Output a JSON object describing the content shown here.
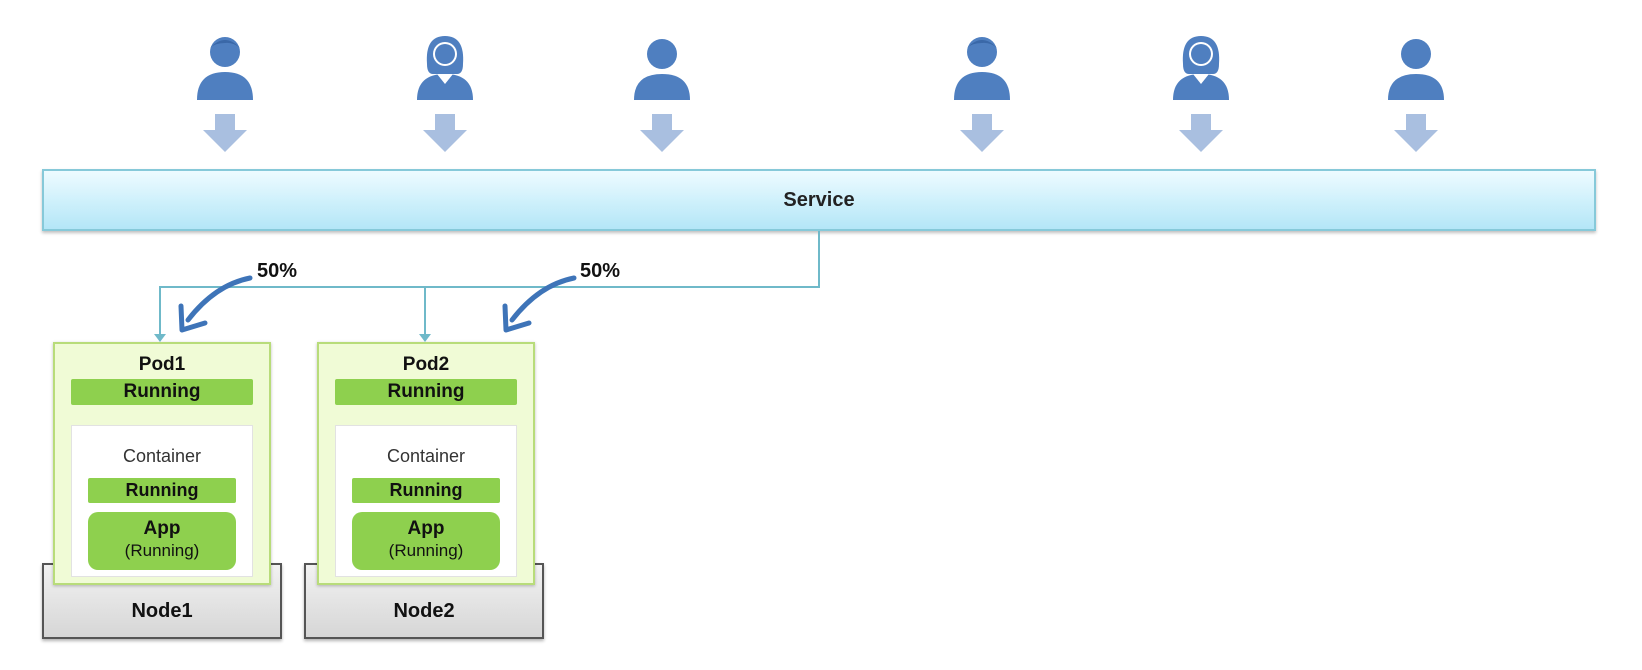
{
  "colors": {
    "user_icon": "#4f7fc0",
    "down_arrow": "#a9bfe0",
    "service_fill": "#cdf0fb",
    "connector": "#6fb9c9",
    "curved_arrow": "#3e74b8",
    "pod_fill": "#f0fbd6",
    "status_green": "#8ed04e",
    "node_fill": "#d6d6d6"
  },
  "users": [
    {
      "icon": "user-male-icon"
    },
    {
      "icon": "user-female-icon"
    },
    {
      "icon": "user-generic-icon"
    },
    {
      "icon": "user-male-icon"
    },
    {
      "icon": "user-female-icon"
    },
    {
      "icon": "user-generic-icon"
    }
  ],
  "service": {
    "label": "Service"
  },
  "traffic": [
    {
      "label": "50%"
    },
    {
      "label": "50%"
    }
  ],
  "pods": [
    {
      "name": "Pod1",
      "status": "Running",
      "container": {
        "label": "Container",
        "status": "Running",
        "app": {
          "name": "App",
          "status": "(Running)"
        }
      },
      "node": "Node1"
    },
    {
      "name": "Pod2",
      "status": "Running",
      "container": {
        "label": "Container",
        "status": "Running",
        "app": {
          "name": "App",
          "status": "(Running)"
        }
      },
      "node": "Node2"
    }
  ]
}
